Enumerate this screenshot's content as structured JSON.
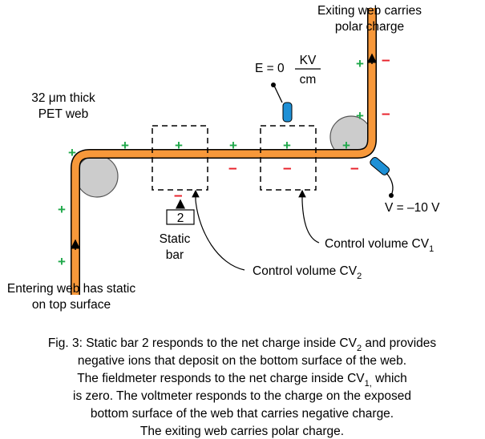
{
  "labels": {
    "exiting_web": [
      "Exiting web carries",
      "polar charge"
    ],
    "field": {
      "prefix": "E = 0",
      "num": "KV",
      "den": "cm"
    },
    "pet_web": [
      "32 μm thick",
      "PET web"
    ],
    "voltmeter": "V = –10 V",
    "static_bar_num": "2",
    "static_bar": [
      "Static",
      "bar"
    ],
    "cv1": {
      "text": "Control volume CV",
      "sub": "1"
    },
    "cv2": {
      "text": "Control volume CV",
      "sub": "2"
    },
    "entering_web": [
      "Entering web has static",
      "on top surface"
    ]
  },
  "symbols": {
    "plus": "+",
    "minus": "–"
  },
  "caption": {
    "line1": {
      "pre": "Fig. 3:  Static bar 2 responds to the net charge inside CV",
      "sub": "2",
      "post": " and provides"
    },
    "line2": "negative ions that deposit on the bottom surface of the web.",
    "line3": {
      "pre": "The fieldmeter responds to the net charge inside CV",
      "sub": "1,",
      "post": " which"
    },
    "line4": "is zero. The voltmeter responds to the charge on the exposed",
    "line5": "bottom surface of the web that carries negative charge.",
    "line6": "The exiting web carries polar charge."
  },
  "colors": {
    "web": "#f7983a",
    "charge_plus": "#1fa84a",
    "charge_minus": "#e8202a",
    "probe": "#1e90d6",
    "roller": "#cccccc"
  }
}
